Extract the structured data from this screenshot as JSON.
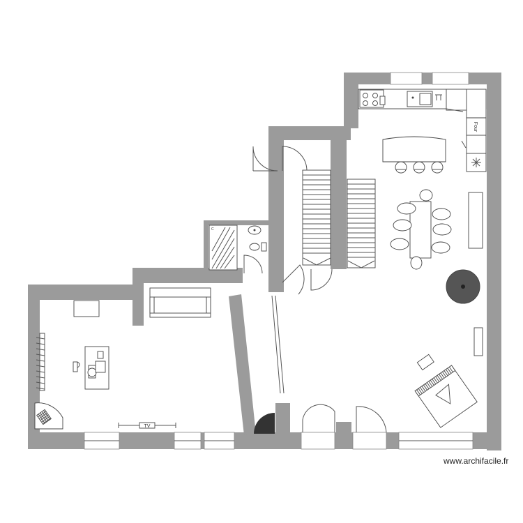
{
  "labels": {
    "tv": "TV",
    "oven": "Four"
  },
  "watermark": "www.archifacile.fr",
  "colors": {
    "wall": "#9b9b9b",
    "round_table": "#555555",
    "background": "#ffffff"
  }
}
